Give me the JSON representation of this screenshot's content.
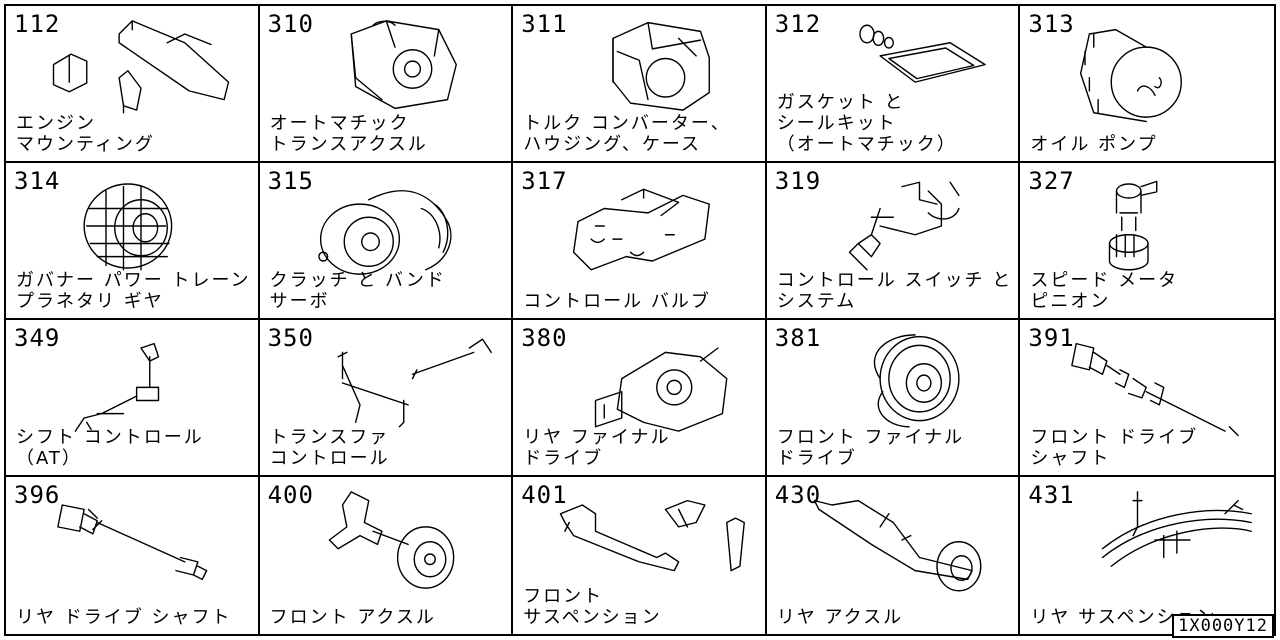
{
  "catalog": {
    "diagram_code": "1X000Y12",
    "groups": [
      {
        "number": "112",
        "lines": [
          "エンジン",
          "マウンティング"
        ],
        "icon": "engine-mounting-icon"
      },
      {
        "number": "310",
        "lines": [
          "オートマチック",
          "トランスアクスル"
        ],
        "icon": "auto-transaxle-icon"
      },
      {
        "number": "311",
        "lines": [
          "トルク コンバーター、",
          "ハウジング、ケース"
        ],
        "icon": "torque-converter-icon"
      },
      {
        "number": "312",
        "lines": [
          "ガスケット と",
          "シールキット",
          "（オートマチック）"
        ],
        "icon": "gasket-kit-icon"
      },
      {
        "number": "313",
        "lines": [
          "オイル ポンプ"
        ],
        "icon": "oil-pump-icon"
      },
      {
        "number": "314",
        "lines": [
          "ガバナー パワー トレーン",
          "プラネタリ ギヤ"
        ],
        "icon": "planetary-gear-icon"
      },
      {
        "number": "315",
        "lines": [
          "クラッチ と バンド",
          "サーボ"
        ],
        "icon": "clutch-band-icon"
      },
      {
        "number": "317",
        "lines": [
          "コントロール バルブ"
        ],
        "icon": "control-valve-icon"
      },
      {
        "number": "319",
        "lines": [
          "コントロール スイッチ と",
          "システム"
        ],
        "icon": "control-switch-icon"
      },
      {
        "number": "327",
        "lines": [
          "スピード メータ",
          "ピニオン"
        ],
        "icon": "speedometer-pinion-icon"
      },
      {
        "number": "349",
        "lines": [
          "シフト コントロール",
          "（AT）"
        ],
        "icon": "shift-control-icon"
      },
      {
        "number": "350",
        "lines": [
          "トランスファ",
          "コントロール"
        ],
        "icon": "transfer-control-icon"
      },
      {
        "number": "380",
        "lines": [
          "リヤ ファイナル",
          "ドライブ"
        ],
        "icon": "rear-final-drive-icon"
      },
      {
        "number": "381",
        "lines": [
          "フロント ファイナル",
          "ドライブ"
        ],
        "icon": "front-final-drive-icon"
      },
      {
        "number": "391",
        "lines": [
          "フロント ドライブ",
          "シャフト"
        ],
        "icon": "front-drive-shaft-icon"
      },
      {
        "number": "396",
        "lines": [
          "リヤ ドライブ シャフト"
        ],
        "icon": "rear-drive-shaft-icon"
      },
      {
        "number": "400",
        "lines": [
          "フロント アクスル"
        ],
        "icon": "front-axle-icon"
      },
      {
        "number": "401",
        "lines": [
          "フロント",
          "サスペンション"
        ],
        "icon": "front-suspension-icon"
      },
      {
        "number": "430",
        "lines": [
          "リヤ アクスル"
        ],
        "icon": "rear-axle-icon"
      },
      {
        "number": "431",
        "lines": [
          "リヤ サスペンション"
        ],
        "icon": "rear-suspension-icon"
      }
    ]
  }
}
